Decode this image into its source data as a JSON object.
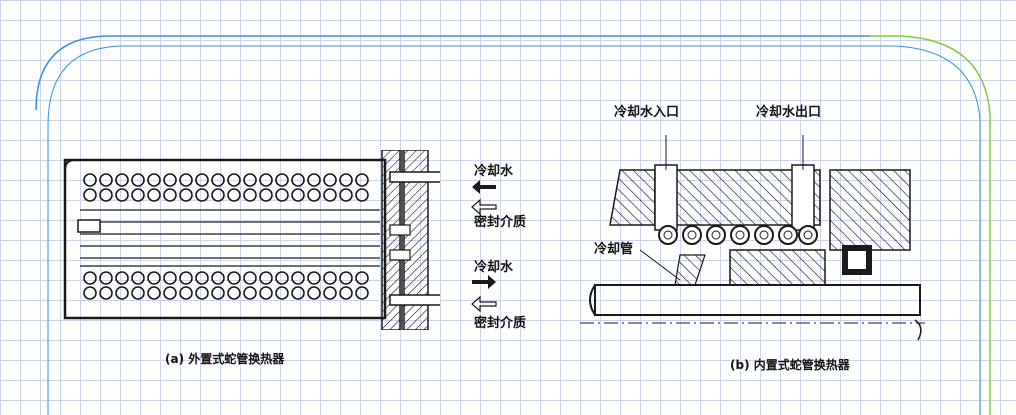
{
  "figure_a": {
    "labels": {
      "cooling_water_top": "冷却水",
      "seal_medium_top": "密封介质",
      "cooling_water_bottom": "冷却水",
      "seal_medium_bottom": "密封介质"
    },
    "caption": "(a) 外置式蛇管换热器"
  },
  "figure_b": {
    "labels": {
      "cooling_water_inlet": "冷却水入口",
      "cooling_water_outlet": "冷却水出口",
      "cooling_pipe": "冷却管"
    },
    "caption": "(b) 内置式蛇管换热器"
  },
  "colors": {
    "grid": "#c9d4ee",
    "frame_blue": "#3a8fd8",
    "frame_green": "#8cc63f",
    "ink": "#1a1a1a"
  }
}
